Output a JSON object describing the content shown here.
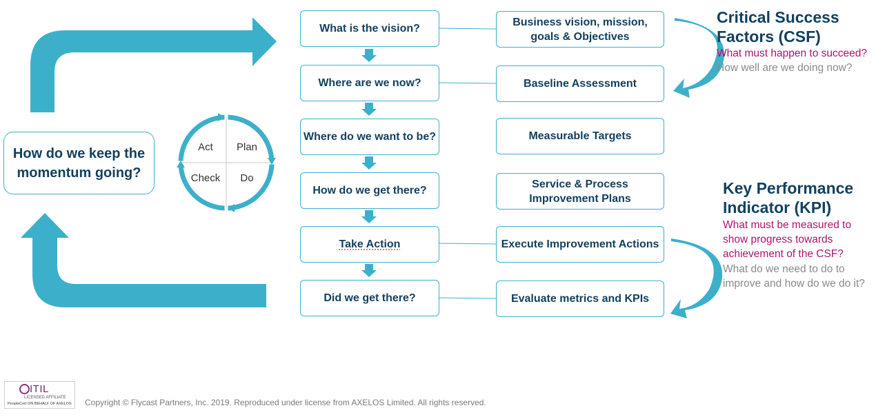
{
  "questions": [
    "What is the vision?",
    "Where are we now?",
    "Where do we want to be?",
    "How do we get there?",
    "Take Action",
    "Did we get there?"
  ],
  "answers": [
    "Business vision, mission, goals & Objectives",
    "Baseline Assessment",
    "Measurable Targets",
    "Service & Process Improvement Plans",
    "Execute Improvement Actions",
    "Evaluate metrics and KPIs"
  ],
  "momentum": "How do we keep the momentum going?",
  "pdca": {
    "act": "Act",
    "plan": "Plan",
    "check": "Check",
    "do": "Do"
  },
  "csf": {
    "title": "Critical Success Factors (CSF)",
    "question1": "What must happen to succeed?",
    "question2": "How well are we doing now?"
  },
  "kpi": {
    "title": "Key Performance Indicator (KPI)",
    "question1": "What must be measured to show progress towards achievement of the  CSF?",
    "question2": "What do we need to do to improve and how do we do it?"
  },
  "logo": {
    "brand": "ITIL",
    "line1": "LICENSED AFFILIATE",
    "line2": "PeopleCert ON BEHALF OF AXELOS"
  },
  "copyright": "Copyright © Flycast Partners, Inc. 2019. Reproduced under license from AXELOS Limited. All rights reserved.",
  "colors": {
    "accent": "#3cb0cb",
    "text": "#12405f",
    "magenta": "#b0126f",
    "gray": "#8a8a8a"
  }
}
